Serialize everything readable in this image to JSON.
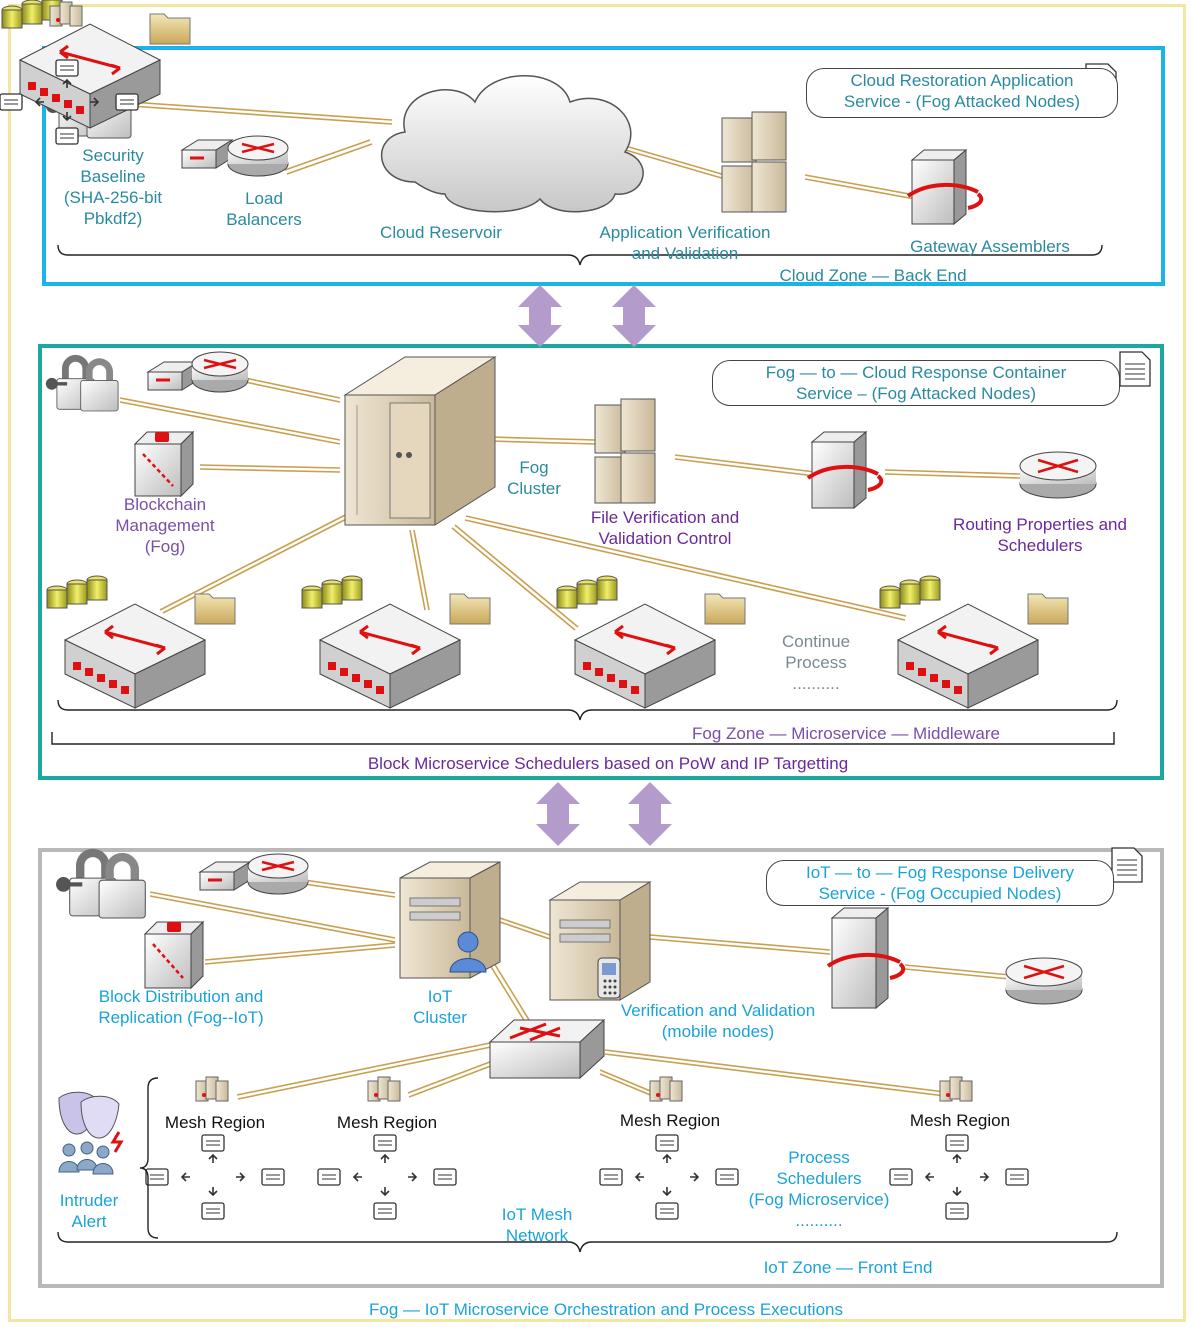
{
  "cloud_zone": {
    "note": [
      "Cloud Restoration Application",
      "Service - (Fog Attacked Nodes)"
    ],
    "security_label": [
      "Security",
      "Baseline",
      "(SHA-256-bit",
      "Pbkdf2)"
    ],
    "load_balancers_label": [
      "Load",
      "Balancers"
    ],
    "reservoir_label": "Cloud Reservoir",
    "app_verification_label": [
      "Application Verification",
      "and Validation"
    ],
    "gateway_label": "Gateway Assemblers",
    "zone_label": "Cloud Zone — Back End"
  },
  "fog_zone": {
    "note": [
      "Fog — to — Cloud Response Container",
      "Service – (Fog Attacked Nodes)"
    ],
    "blockchain_label": [
      "Blockchain",
      "Management",
      "(Fog)"
    ],
    "fog_cluster_label": [
      "Fog",
      "Cluster"
    ],
    "file_verification_label": [
      "File Verification and",
      "Validation Control"
    ],
    "routing_label": [
      "Routing Properties and",
      "Schedulers"
    ],
    "continue_label": [
      "Continue",
      "Process",
      ".........."
    ],
    "zone_label": "Fog Zone — Microservice — Middleware",
    "bottom_label": "Block Microservice Schedulers based on PoW and IP Targetting"
  },
  "iot_zone": {
    "note": [
      "IoT — to — Fog Response Delivery",
      "Service - (Fog Occupied Nodes)"
    ],
    "block_distribution_label": [
      "Block Distribution and",
      "Replication (Fog--IoT)"
    ],
    "iot_cluster_label": [
      "IoT",
      "Cluster"
    ],
    "verification_label": [
      "Verification and Validation",
      "(mobile nodes)"
    ],
    "mesh_region_label": "Mesh Region",
    "process_schedulers_label": [
      "Process",
      "Schedulers",
      "(Fog Microservice)",
      ".........."
    ],
    "intruder_label": [
      "Intruder",
      "Alert"
    ],
    "mesh_network_label": [
      "IoT Mesh",
      "Network"
    ],
    "zone_label": "IoT Zone — Front End",
    "bottom_label": "Fog — IoT Microservice Orchestration and Process Executions"
  },
  "colors": {
    "cloud_border": "#1ab4e8",
    "fog_border": "#1aa8a0",
    "iot_border": "#b8b8b8",
    "arrow_gold": "#c8a050",
    "big_arrow": "#b39ccb"
  }
}
